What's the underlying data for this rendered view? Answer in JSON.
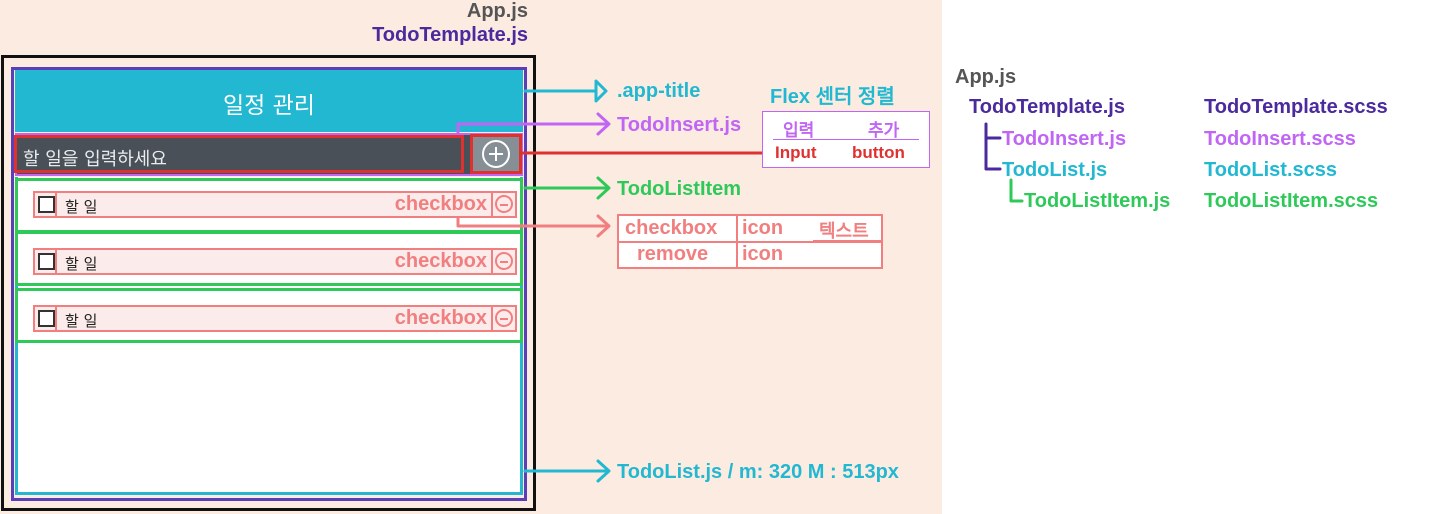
{
  "header": {
    "app": "App.js",
    "template": "TodoTemplate.js"
  },
  "mock": {
    "title": "일정 관리",
    "input_placeholder": "할 일을 입력하세요",
    "items": [
      {
        "text": "할 일",
        "label": "checkbox"
      },
      {
        "text": "할 일",
        "label": "checkbox"
      },
      {
        "text": "할 일",
        "label": "checkbox"
      }
    ]
  },
  "annotations": {
    "app_title": ".app-title",
    "flex_center": "Flex 센터 정렬",
    "todo_insert": "TodoInsert.js",
    "insert_table": {
      "h1": "입력",
      "h2": "추가",
      "c1": "Input",
      "c2": "button"
    },
    "todo_list_item": "TodoListItem",
    "item_table": {
      "r1c1": "checkbox",
      "r1c2": "icon",
      "r1c3": "텍스트",
      "r2c1": "remove",
      "r2c2": "icon"
    },
    "todo_list": "TodoList.js / m: 320 M : 513px"
  },
  "tree": {
    "root": "App.js",
    "template": "TodoTemplate.js",
    "insert": "TodoInsert.js",
    "list": "TodoList.js",
    "list_item": "TodoListItem.js"
  },
  "scss": {
    "template": "TodoTemplate.scss",
    "insert": "TodoInsert.scss",
    "list": "TodoList.scss",
    "list_item": "TodoListItem.scss"
  },
  "colors": {
    "cyan": "#22b8d1",
    "purple": "#c065f4",
    "red": "#e03131",
    "green": "#2fc95a",
    "salmon": "#f17f7f",
    "indigo": "#4b2a9d",
    "peach": "#fcebe1"
  }
}
